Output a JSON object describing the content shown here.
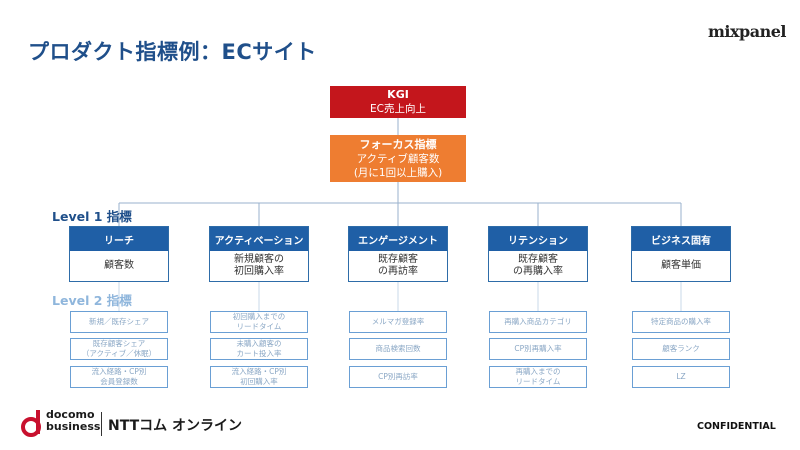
{
  "title": "プロダクト指標例：ECサイト",
  "brand_logo": "mixpanel",
  "kgi": {
    "heading": "KGI",
    "text": "EC売上向上"
  },
  "focus": {
    "heading": "フォーカス指標",
    "line1": "アクティブ顧客数",
    "line2": "(月に1回以上購入)"
  },
  "levels": {
    "level1": "Level 1 指標",
    "level2": "Level 2 指標"
  },
  "level1_items": [
    {
      "header": "リーチ",
      "line1": "顧客数",
      "line2": ""
    },
    {
      "header": "アクティベーション",
      "line1": "新規顧客の",
      "line2": "初回購入率"
    },
    {
      "header": "エンゲージメント",
      "line1": "既存顧客",
      "line2": "の再訪率"
    },
    {
      "header": "リテンション",
      "line1": "既存顧客",
      "line2": "の再購入率"
    },
    {
      "header": "ビジネス固有",
      "line1": "顧客単価",
      "line2": ""
    }
  ],
  "level2_items": [
    [
      {
        "line1": "新規／既存シェア",
        "line2": ""
      },
      {
        "line1": "既存顧客シェア",
        "line2": "（アクティブ／休眠）"
      },
      {
        "line1": "流入経路・CP別",
        "line2": "会員登録数"
      }
    ],
    [
      {
        "line1": "初回購入までの",
        "line2": "リードタイム"
      },
      {
        "line1": "未購入顧客の",
        "line2": "カート投入率"
      },
      {
        "line1": "流入経路・CP別",
        "line2": "初回購入率"
      }
    ],
    [
      {
        "line1": "メルマガ登録率",
        "line2": ""
      },
      {
        "line1": "商品検索回数",
        "line2": ""
      },
      {
        "line1": "CP別再訪率",
        "line2": ""
      }
    ],
    [
      {
        "line1": "再購入商品カテゴリ",
        "line2": ""
      },
      {
        "line1": "CP別再購入率",
        "line2": ""
      },
      {
        "line1": "再購入までの",
        "line2": "リードタイム"
      }
    ],
    [
      {
        "line1": "特定商品の購入率",
        "line2": ""
      },
      {
        "line1": "顧客ランク",
        "line2": ""
      },
      {
        "line1": "LZ",
        "line2": ""
      }
    ]
  ],
  "footer": {
    "docomo_line1": "docomo",
    "docomo_line2": "business",
    "company": "NTTコム オンライン",
    "confidential": "CONFIDENTIAL"
  },
  "colors": {
    "kgi": "#c4161c",
    "focus": "#ee7d31",
    "level1_header": "#1f5fa6",
    "level2_border": "#6a9fd4",
    "brand_red": "#c8102e"
  }
}
